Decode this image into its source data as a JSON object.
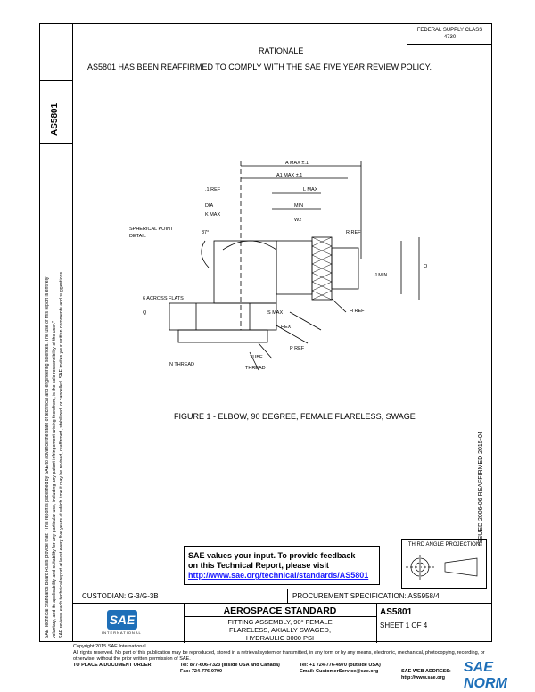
{
  "header": {
    "fsc_line1": "FEDERAL SUPPLY CLASS",
    "fsc_line2": "4730"
  },
  "rationale": {
    "heading": "RATIONALE",
    "text": "AS5801 HAS BEEN REAFFIRMED TO COMPLY WITH THE SAE FIVE YEAR REVIEW POLICY."
  },
  "side": {
    "doc_number": "AS5801",
    "disclaimer_1": "SAE Technical Standards Board Rules provide that: \"This report is published by SAE to advance the state of technical and engineering sciences. The use of this report is entirely",
    "disclaimer_2": "voluntary, and its applicability and suitability for any particular use, including any patent infringement arising therefrom, is the sole responsibility of the user.\"",
    "disclaimer_3": "SAE reviews each technical report at least every five years at which time it may be revised, reaffirmed, stabilized, or cancelled. SAE invites your written comments and suggestions.",
    "issued": "ISSUED 2006-06   REAFFIRMED 2015-04"
  },
  "drawing": {
    "labels": {
      "a_max": "A MAX ±.1",
      "a1_max": "A1 MAX ±.1",
      "l_max": "L MAX",
      "t_ref": ".1 REF",
      "dia": "DIA",
      "k_max": "K MAX",
      "spherical_1": "SPHERICAL POINT",
      "spherical_2": "DETAIL",
      "angle": "37°",
      "min": "MIN",
      "w2": "W2",
      "r_ref": "R REF",
      "hex_flats": "6 ACROSS FLATS",
      "q_dim": "Q",
      "n_thread": "N THREAD",
      "s_max": "S MAX",
      "p_ref": "P REF",
      "hex": "HEX",
      "thread": "THREAD",
      "tube": "TUBE",
      "j_min": "J MIN",
      "knurl": "H REF"
    },
    "caption": "FIGURE 1 - ELBOW, 90 DEGREE, FEMALE FLARELESS, SWAGE"
  },
  "feedback": {
    "line1": "SAE values your input. To provide feedback",
    "line2": "on this Technical Report, please visit",
    "link": "http://www.sae.org/technical/standards/AS5801"
  },
  "projection": {
    "label": "THIRD ANGLE PROJECTION"
  },
  "bottom_row": {
    "custodian": "CUSTODIAN: G-3/G-3B",
    "procurement": "PROCUREMENT SPECIFICATION: AS5958/4"
  },
  "title_block": {
    "logo_text": "SAE",
    "logo_sub": "INTERNATIONAL",
    "standard": "AEROSPACE STANDARD",
    "desc_1": "FITTING ASSEMBLY, 90° FEMALE",
    "desc_2": "FLARELESS, AXIALLY SWAGED,",
    "desc_3": "HYDRAULIC 3000 PSI",
    "doc_number": "AS5801",
    "sheet": "SHEET 1 OF 4"
  },
  "footer": {
    "copyright": "Copyright 2015 SAE International",
    "rights": "All rights reserved. No part of this publication may be reproduced, stored in a retrieval system or transmitted, in any form or by any means, electronic, mechanical, photocopying, recording, or otherwise, without the prior written permission of SAE.",
    "order_label": "TO PLACE A DOCUMENT ORDER:",
    "tel1": "Tel: 877-606-7323 (inside USA and Canada)",
    "tel2": "Tel: +1 724-776-4970 (outside USA)",
    "fax": "Fax: 724-776-0790",
    "email": "Email: CustomerService@sae.org",
    "web": "SAE WEB ADDRESS: http://www.sae.org"
  },
  "watermark": "SAE NORM"
}
